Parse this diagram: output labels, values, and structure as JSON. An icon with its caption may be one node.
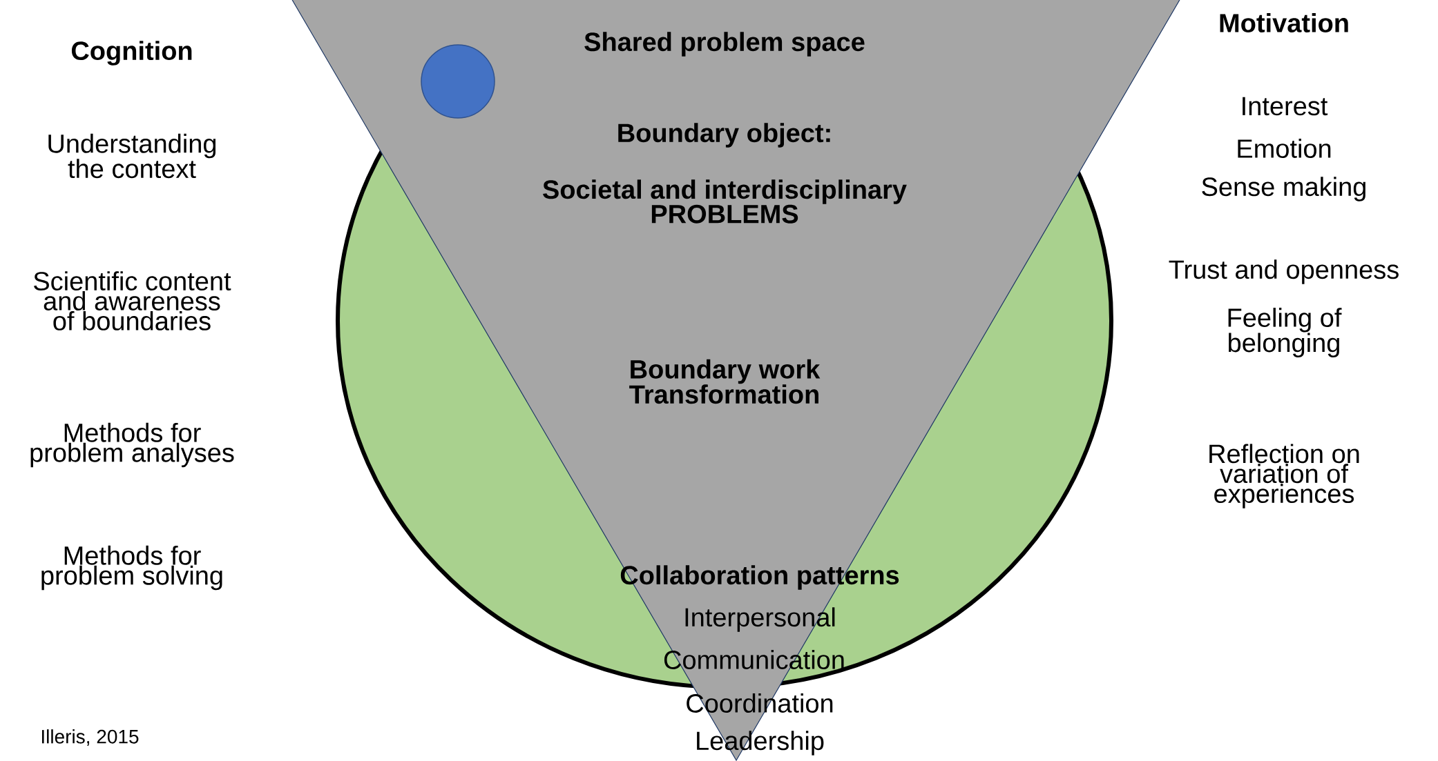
{
  "diagram": {
    "nodes": [
      {
        "text": [
          "Shared problem space",
          "Boundary object:",
          "Societal and interdisciplinary PROBLEMS",
          "Boundary work Transformation",
          "Collaboration patterns",
          "Interpersonal",
          "Communication",
          "Coordination",
          "Leadership"
        ]
      }
    ],
    "labels": [
      "Cognition",
      "Understanding the context",
      "Scientific content and awareness of boundaries",
      "Methods for problem analyses",
      "Methods for problem solving",
      "Motivation",
      "Interest",
      "Emotion",
      "Sense making",
      "Trust and openness",
      "Feeling of belonging",
      "Reflection on variation of experiences",
      "Illeris, 2015"
    ]
  }
}
